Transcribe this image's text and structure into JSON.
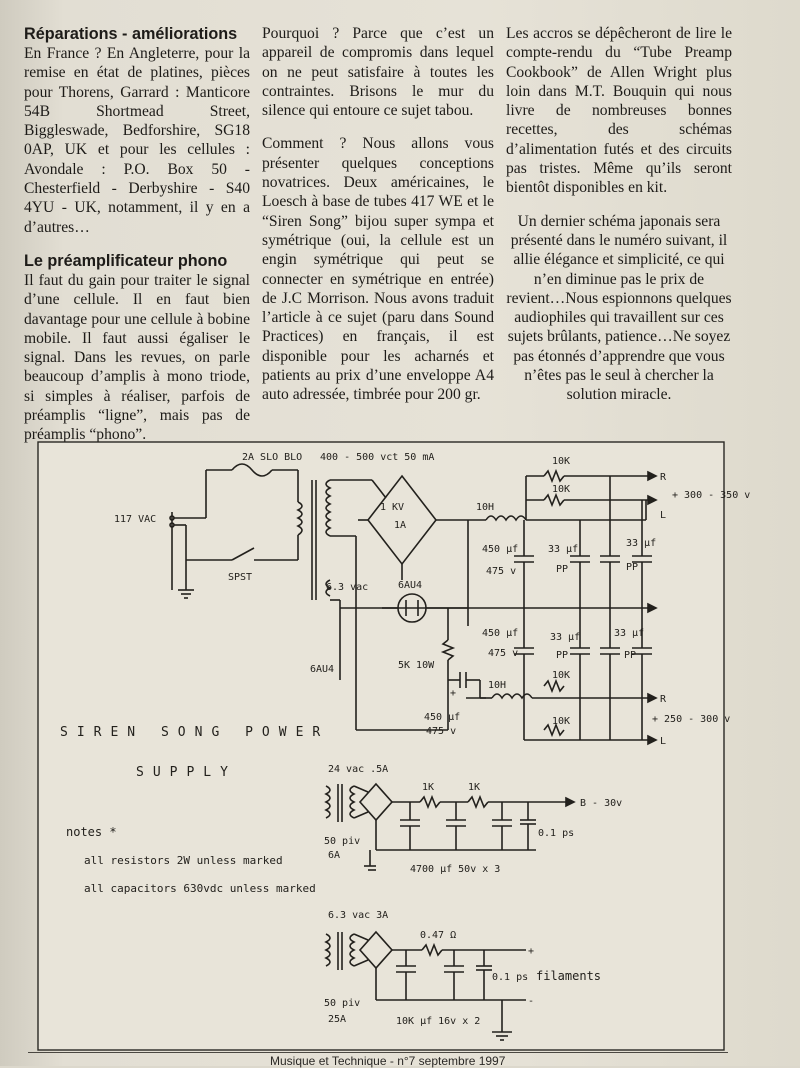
{
  "article": {
    "col1": {
      "heading1": "Réparations - améliorations",
      "para1": "En France ? En Angleterre, pour la remise en état de platines, pièces pour Thorens, Garrard : Manticore 54B Shortmead Street, Biggleswade, Bedforshire, SG18 0AP, UK et pour les cellules : Avondale : P.O. Box 50 - Chesterfield - Derbyshire - S40 4YU - UK, notamment, il y en a d’autres…",
      "heading2": "Le préamplificateur phono",
      "para2": "Il faut du gain pour traiter le signal d’une cellule. Il en faut bien davantage pour une cellule à bobine mobile. Il faut aussi égaliser le signal. Dans les revues, on parle beaucoup d’amplis à mono triode, si simples à réaliser, parfois de préamplis “ligne”, mais pas de préamplis “phono”."
    },
    "col2": {
      "para1": "Pourquoi ? Parce que c’est un appareil de compromis dans lequel on ne peut satisfaire à toutes les contraintes. Brisons le mur du silence qui entoure ce sujet tabou.",
      "para2": "Comment ? Nous allons vous présenter quelques conceptions novatrices. Deux américaines, le Loesch à base de tubes 417 WE et le “Siren Song” bijou super sympa et symétrique (oui, la cellule est un engin symétrique qui peut se connecter en symétrique en entrée) de J.C Morrison. Nous avons traduit l’article à ce sujet (paru dans Sound Practices) en français, il est disponible pour les acharnés et patients au prix d’une enveloppe A4 auto adressée, timbrée pour 200 gr."
    },
    "col3": {
      "para1": "Les accros se dépêcheront de lire le compte-rendu du “Tube Preamp Cookbook” de Allen Wright plus loin dans M.T. Bouquin qui nous livre de nombreuses bonnes recettes, des schémas d’alimentation futés et des circuits pas tristes. Même qu’ils seront bientôt disponibles en kit.",
      "para2": "Un dernier schéma japonais sera présenté dans le numéro suivant, il allie élégance et simplicité, ce qui n’en diminue pas le prix de revient…Nous espionnons quelques audiophiles qui travaillent sur ces sujets brûlants, patience…Ne soyez pas étonnés d’apprendre que vous n’êtes pas le seul à chercher la solution miracle."
    }
  },
  "schematic": {
    "title_line1": "SIREN SONG POWER",
    "title_line2": "SUPPLY",
    "fuse": "2A SLO BLO",
    "mains": "117 VAC",
    "switch": "SPST",
    "hv_secondary": "400 - 500 vct 50 mA",
    "bridge_rating": "1 KV",
    "bridge_amp": "1A",
    "heater_tap": "6.3 vac",
    "rectifier_label": "6AU4",
    "rectifier_label2": "6AU4",
    "choke_top": "10H",
    "choke_bottom": "10H",
    "cap_450_1": "450 µf",
    "cap_450_1v": "475 v",
    "cap_450_2": "450 µf",
    "cap_450_2v": "475 v",
    "cap_450_3": "450 µf",
    "cap_450_3v": "475 v",
    "cap_33_1": "33 µf",
    "cap_pp_1": "PP",
    "cap_33_2": "33 µf",
    "cap_pp_2": "PP",
    "cap_33_3": "33 µf",
    "cap_pp_3": "PP",
    "cap_33_4": "33 µf",
    "cap_pp_4": "PP",
    "res_10k_1": "10K",
    "res_10k_2": "10K",
    "res_10k_3": "10K",
    "res_10k_4": "10K",
    "res_5k": "5K 10W",
    "out_r1": "R",
    "out_l1": "L",
    "out_v1": "+ 300 - 350 v",
    "out_r2": "R",
    "out_l2": "L",
    "out_v2": "+ 250 - 300 v",
    "bias_secondary": "24 vac .5A",
    "bias_r1": "1K",
    "bias_r2": "1K",
    "bias_out": "B - 30v",
    "bias_bridge": "50 piv",
    "bias_bridge_a": "6A",
    "bias_caps": "4700 µf 50v x 3",
    "bias_cap_small": "0.1 ps",
    "fil_secondary": "6.3 vac 3A",
    "fil_res": "0.47 Ω",
    "fil_small": "0.1 ps",
    "fil_label": "filaments",
    "fil_bridge": "50 piv",
    "fil_bridge_a": "25A",
    "fil_caps": "10K µf 16v x 2",
    "notes_title": "notes *",
    "note1": "all resistors 2W unless marked",
    "note2": "all capacitors 630vdc unless marked"
  },
  "footer": "Musique et Technique - n°7 septembre 1997"
}
